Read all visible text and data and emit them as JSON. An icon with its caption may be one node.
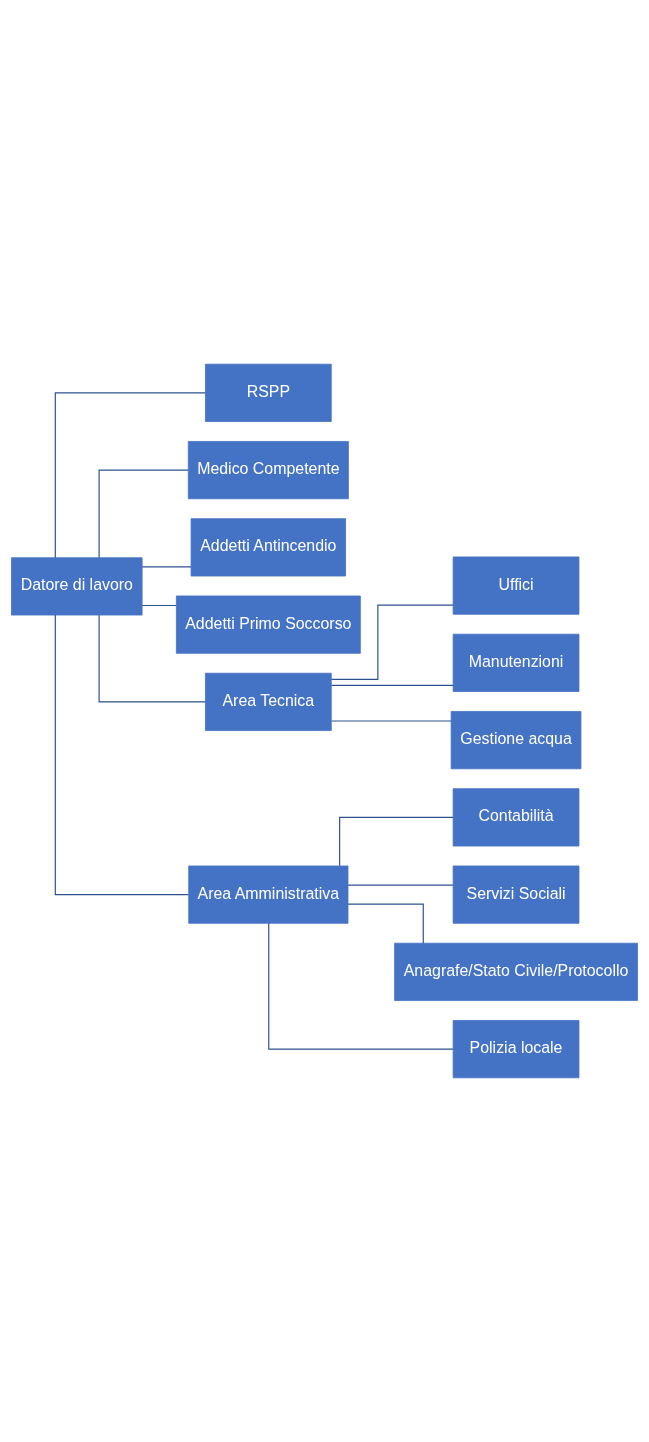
{
  "diagram": {
    "nodes": [
      {
        "text": [
          "Datore di lavoro"
        ]
      },
      {
        "text": [
          "RSPP"
        ]
      },
      {
        "text": [
          "Medico Competente"
        ]
      },
      {
        "text": [
          "Addetti Antincendio"
        ]
      },
      {
        "text": [
          "Addetti Primo Soccorso"
        ]
      },
      {
        "text": [
          "Area Tecnica"
        ]
      },
      {
        "text": [
          "Area Amministrativa"
        ]
      },
      {
        "text": [
          "Uffici"
        ]
      },
      {
        "text": [
          "Manutenzioni"
        ]
      },
      {
        "text": [
          "Gestione acqua"
        ]
      },
      {
        "text": [
          "Contabilità"
        ]
      },
      {
        "text": [
          "Servizi Sociali"
        ]
      },
      {
        "text": [
          "Anagrafe/Stato Civile/Protocollo"
        ]
      },
      {
        "text": [
          "Polizia locale"
        ]
      }
    ],
    "edges": [
      {
        "from": 0,
        "to": 1,
        "arrow": "none"
      },
      {
        "from": 0,
        "to": 2,
        "arrow": "none"
      },
      {
        "from": 0,
        "to": 3,
        "arrow": "none"
      },
      {
        "from": 0,
        "to": 4,
        "arrow": "none"
      },
      {
        "from": 0,
        "to": 5,
        "arrow": "none"
      },
      {
        "from": 0,
        "to": 6,
        "arrow": "none"
      },
      {
        "from": 5,
        "to": 7,
        "arrow": "none"
      },
      {
        "from": 5,
        "to": 8,
        "arrow": "none"
      },
      {
        "from": 5,
        "to": 9,
        "arrow": "none"
      },
      {
        "from": 6,
        "to": 10,
        "arrow": "none"
      },
      {
        "from": 6,
        "to": 11,
        "arrow": "none"
      },
      {
        "from": 6,
        "to": 12,
        "arrow": "none"
      },
      {
        "from": 6,
        "to": 13,
        "arrow": "none"
      }
    ]
  }
}
